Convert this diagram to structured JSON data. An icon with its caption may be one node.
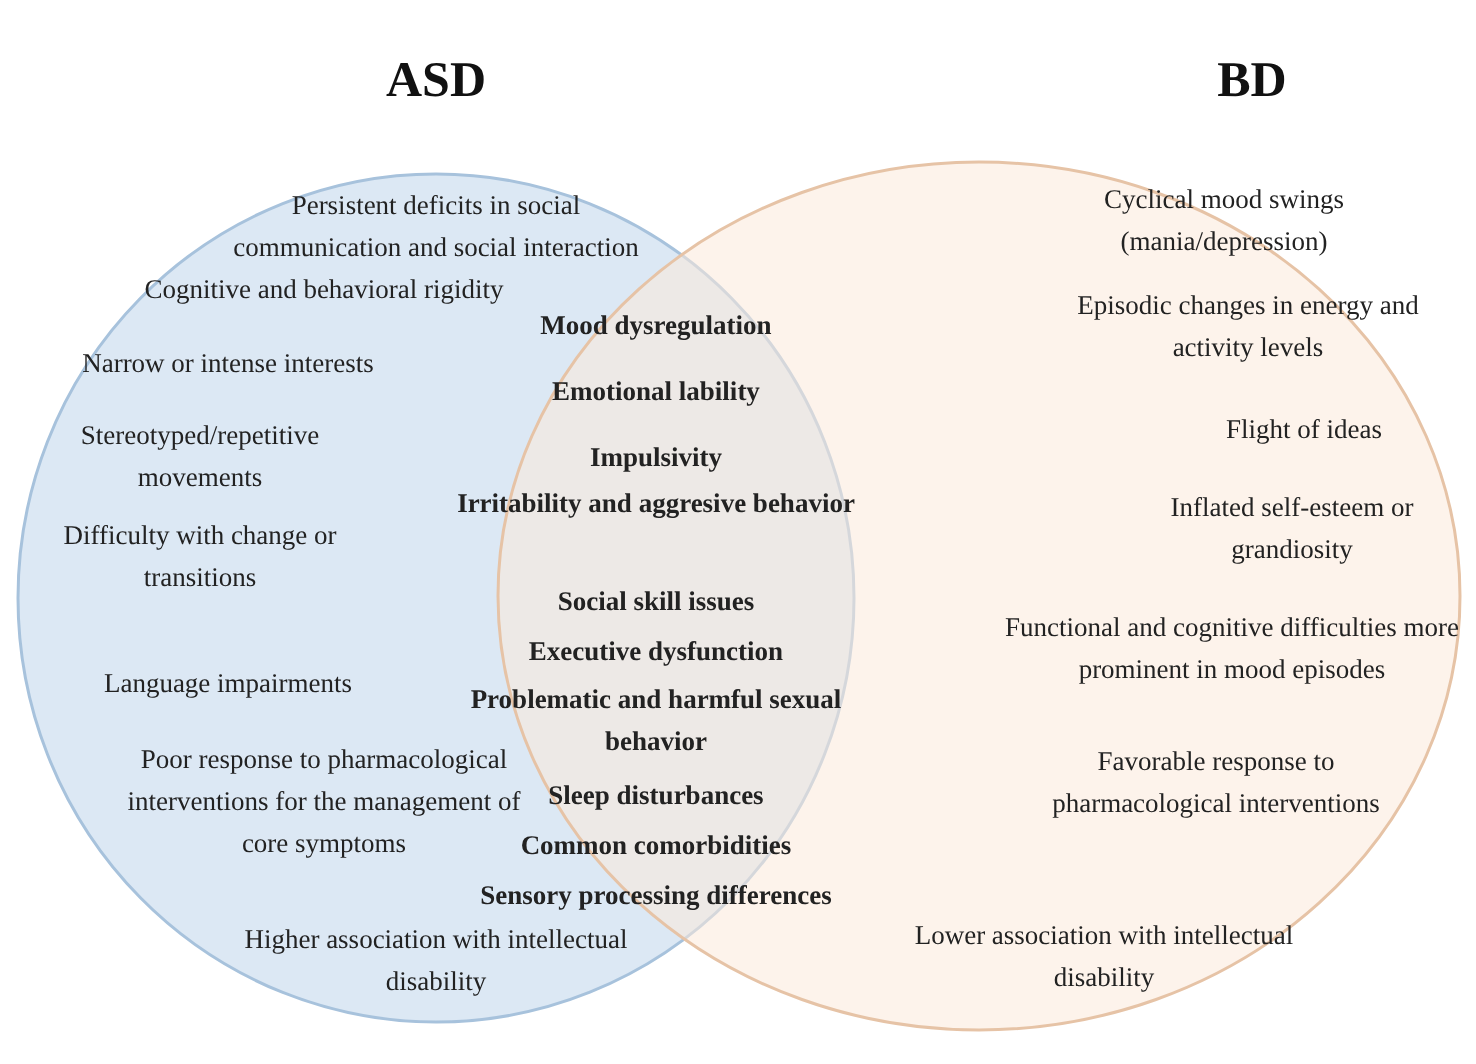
{
  "diagram": {
    "nodes": [
      {
        "text": [
          "ASD",
          "Persistent deficits in social communication and social interaction",
          "Cognitive and behavioral rigidity",
          "Narrow or intense interests",
          "Stereotyped/repetitive movements",
          "Difficulty with change or transitions",
          "Language impairments",
          "Poor response to pharmacological interventions for the management of core symptoms",
          "Higher association with intellectual disability"
        ]
      },
      {
        "text": [
          "BD",
          "Cyclical mood swings (mania/depression)",
          "Episodic changes in energy and activity levels",
          "Flight of ideas",
          "Inflated self-esteem or grandiosity",
          "Functional and cognitive difficulties more prominent in mood episodes",
          "Favorable response to pharmacological interventions",
          "Lower association with intellectual disability"
        ]
      }
    ],
    "labels": [
      "Mood dysregulation",
      "Emotional lability",
      "Impulsivity",
      "Irritability and aggresive behavior",
      "Social skill issues",
      "Executive dysfunction",
      "Problematic and harmful sexual behavior",
      "Sleep disturbances",
      "Common comorbidities",
      "Sensory processing differences"
    ]
  }
}
